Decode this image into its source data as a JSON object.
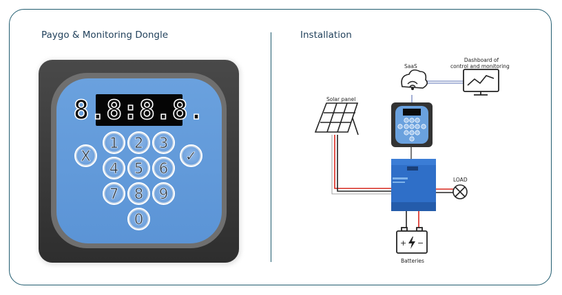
{
  "left_panel": {
    "title": "Paygo & Monitoring Dongle",
    "display": "8.8:8.8.",
    "keys": [
      {
        "label": "1",
        "name": "key-1"
      },
      {
        "label": "2",
        "name": "key-2"
      },
      {
        "label": "3",
        "name": "key-3"
      },
      {
        "label": "X",
        "name": "key-cancel"
      },
      {
        "label": "4",
        "name": "key-4"
      },
      {
        "label": "5",
        "name": "key-5"
      },
      {
        "label": "6",
        "name": "key-6"
      },
      {
        "label": "✓",
        "name": "key-confirm"
      },
      {
        "label": "7",
        "name": "key-7"
      },
      {
        "label": "8",
        "name": "key-8"
      },
      {
        "label": "9",
        "name": "key-9"
      },
      {
        "label": "0",
        "name": "key-0"
      }
    ]
  },
  "right_panel": {
    "title": "Installation",
    "labels": {
      "saas": "SaaS",
      "dashboard_line1": "Dashboard of",
      "dashboard_line2": "control and monitoring",
      "solar": "Solar panel",
      "load": "LOAD",
      "batteries": "Batteries"
    },
    "icons": [
      "cloud-icon",
      "monitor-icon",
      "solar-panel-icon",
      "dongle-icon",
      "inverter-icon",
      "load-bulb-icon",
      "battery-icon"
    ]
  },
  "colors": {
    "border": "#1e5a6e",
    "title": "#1f3f5a",
    "face_blue": "#5b94d6",
    "inverter_blue": "#2f6fc8",
    "wire_red": "#d9251c"
  }
}
